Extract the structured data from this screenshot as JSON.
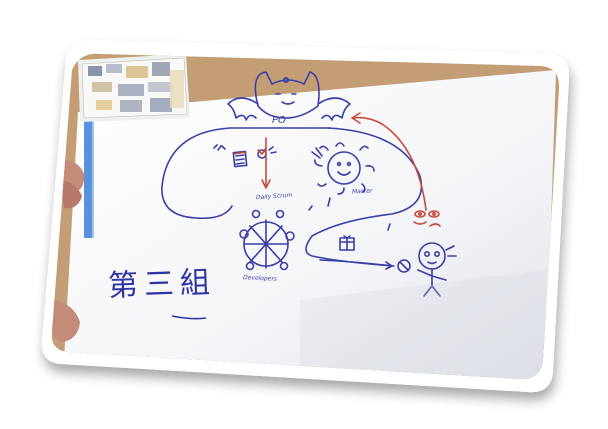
{
  "whiteboard": {
    "po_label": "PO",
    "daily_scrum_label": "Daily Scrum",
    "master_label": "Master",
    "developers_label": "Developers",
    "team_title": "第三組"
  },
  "colors": {
    "ink_blue": "#3a3fa8",
    "ink_red": "#c94a3a",
    "paper": "#f7f8fa",
    "wood": "#c9a37a"
  },
  "icons": [
    "monster-product-owner-icon",
    "sun-face-scrum-master-icon",
    "stick-figure-team-icon",
    "stick-figure-customer-icon",
    "sticky-note-board-icon",
    "eyes-icon",
    "gift-box-icon"
  ]
}
